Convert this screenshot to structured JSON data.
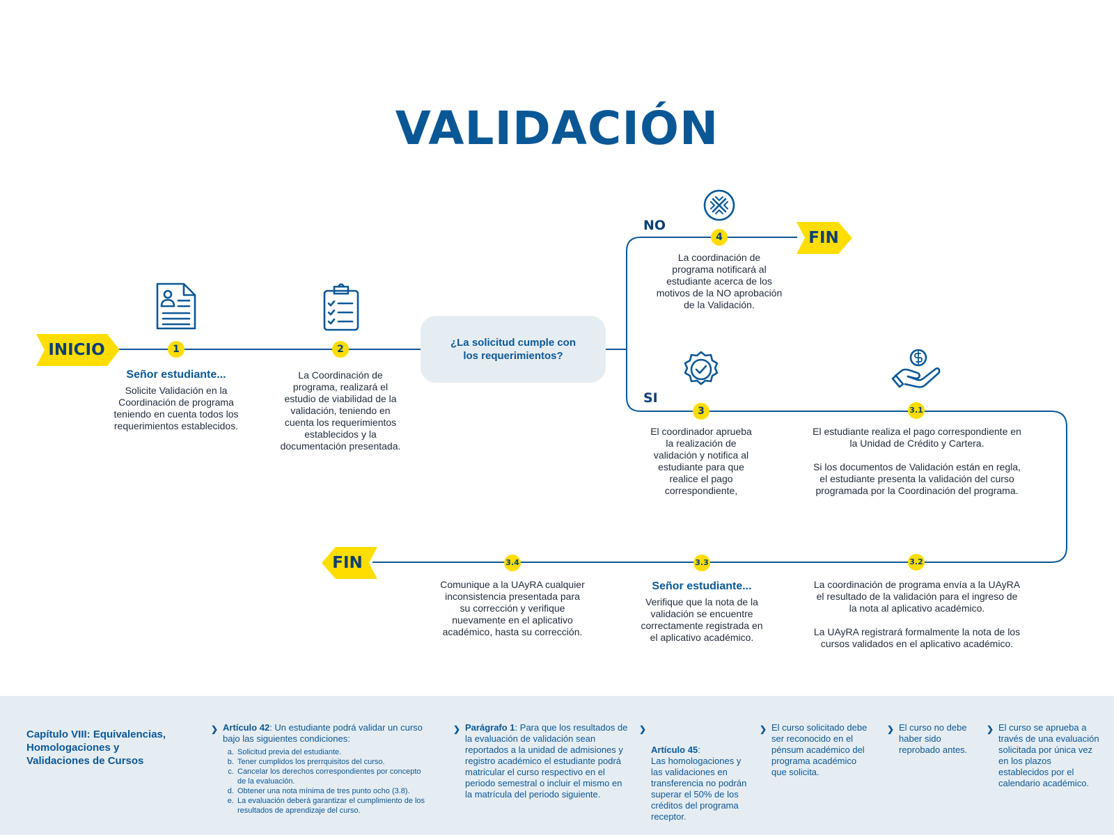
{
  "title": "VALIDACIÓN",
  "colors": {
    "primary": "#0a5796",
    "accent": "#ffdd00",
    "panel": "#e6edf2"
  },
  "tags": {
    "inicio": "INICIO",
    "fin_top": "FIN",
    "fin_bottom": "FIN"
  },
  "branches": {
    "no": "NO",
    "si": "SI"
  },
  "icons": [
    "document-user-icon",
    "clipboard-checklist-icon",
    "x-circle-icon",
    "badge-check-icon",
    "hand-coin-icon"
  ],
  "question": "¿La solicitud cumple con\nlos requerimientos?",
  "steps": {
    "s1": {
      "num": "1",
      "head": "Señor estudiante...",
      "text": "Solicite Validación en la\nCoordinación de programa\nteniendo en cuenta todos los\nrequerimientos establecidos."
    },
    "s2": {
      "num": "2",
      "text": "La Coordinación de\nprograma, realizará el\nestudio de viabilidad de la\nvalidación, teniendo en\ncuenta los requerimientos\nestablecidos y la\ndocumentación presentada."
    },
    "s4": {
      "num": "4",
      "text": "La coordinación de\nprograma notificará al\nestudiante acerca de los\nmotivos de la NO aprobación\nde la Validación."
    },
    "s3": {
      "num": "3",
      "text": "El coordinador aprueba\nla realización de\nvalidación y notifica al\nestudiante para que\nrealice el pago\ncorrespondiente,"
    },
    "s3_1": {
      "num": "3.1",
      "text": "El estudiante realiza el pago correspondiente en\nla Unidad de Crédito y Cartera.\n\nSi los documentos de Validación están en regla,\nel estudiante presenta la validación del curso\nprogramada por la Coordinación del programa."
    },
    "s3_2": {
      "num": "3.2",
      "text": "La coordinación de programa envía a la UAyRA\nel resultado de la validación para el ingreso de\nla nota al aplicativo académico.\n\nLa UAyRA registrará formalmente la nota de los\ncursos validados en el aplicativo académico."
    },
    "s3_3": {
      "num": "3.3",
      "head": "Señor estudiante...",
      "text": "Verifique que la nota de la\nvalidación se encuentre\ncorrectamente registrada en\nel aplicativo académico."
    },
    "s3_4": {
      "num": "3.4",
      "text": "Comunique a la UAyRA cualquier\ninconsistencia presentada para\nsu corrección y verifique\nnuevamente en el aplicativo\nacadémico, hasta su corrección."
    }
  },
  "footer": {
    "chapter": "Capítulo VIII: Equivalencias,\nHomologaciones y\nValidaciones de Cursos",
    "art42": {
      "label": "Artículo 42",
      "text": ": Un estudiante podrá validar un curso bajo las siguientes condiciones:",
      "items": [
        "Solicitud previa del estudiante.",
        "Tener cumplidos los prerrquisitos del curso.",
        "Cancelar los derechos correspondientes por concepto de la evaluación.",
        "Obtener una nota mínima de tres punto ocho (3.8).",
        "La evaluación deberá garantizar el cumplimiento de los resultados de aprendizaje del curso."
      ]
    },
    "par1": {
      "label": "Parágrafo 1",
      "text": ": Para que los resultados de la evaluación de validación sean reportados a la unidad de admisiones y registro académico el estudiante podrá matricular el curso respectivo en el periodo semestral o incluir el mismo en la matrícula del periodo siguiente."
    },
    "art45": {
      "label": "Artículo 45",
      "text": ":\nLas homologaciones y las validaciones en transferencia no podrán superar el 50% de los créditos del programa receptor."
    },
    "note1": "El curso solicitado debe ser reconocido en el pénsum académico del programa académico que solicita.",
    "note2": "El curso no debe haber sido reprobado antes.",
    "note3": "El curso se aprueba a través de una evaluación solicitada por única vez en los plazos establecidos por el calendario académico."
  }
}
